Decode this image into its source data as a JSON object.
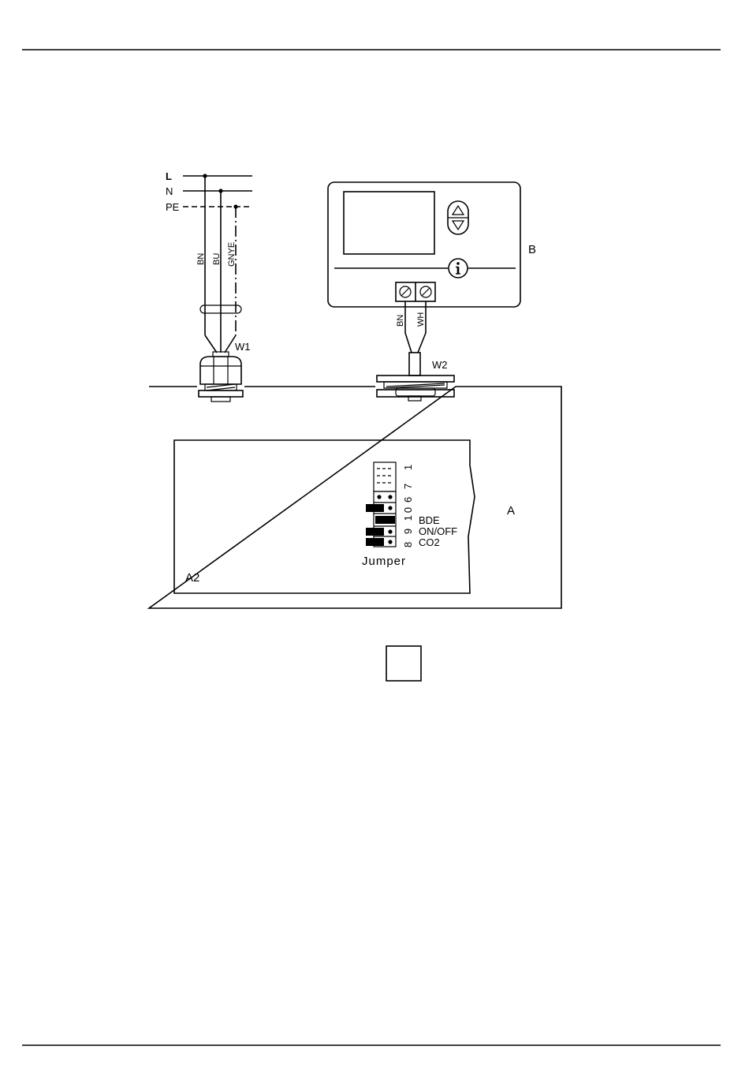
{
  "supply": {
    "l": "L",
    "n": "N",
    "pe": "PE"
  },
  "wire_colors_w1": {
    "bn": "BN",
    "bu": "BU",
    "gnye": "GNYE"
  },
  "wire_colors_w2": {
    "bn": "BN",
    "wh": "WH"
  },
  "cables": {
    "w1": "W1",
    "w2": "W2"
  },
  "labels": {
    "a": "A",
    "a2": "A2",
    "b": "B"
  },
  "jumper": {
    "title": "Jumper",
    "pin_numbers_top": "1",
    "pin_numbers_mid": "6 7 8 9 10",
    "pin_numbers_upper": "6 7",
    "pin_numbers_lower": "8 9 10",
    "settings": [
      "BDE",
      "ON/OFF",
      "CO2"
    ]
  },
  "icons": {
    "up": "up-triangle-icon",
    "down": "down-triangle-icon",
    "info": "info-icon"
  }
}
